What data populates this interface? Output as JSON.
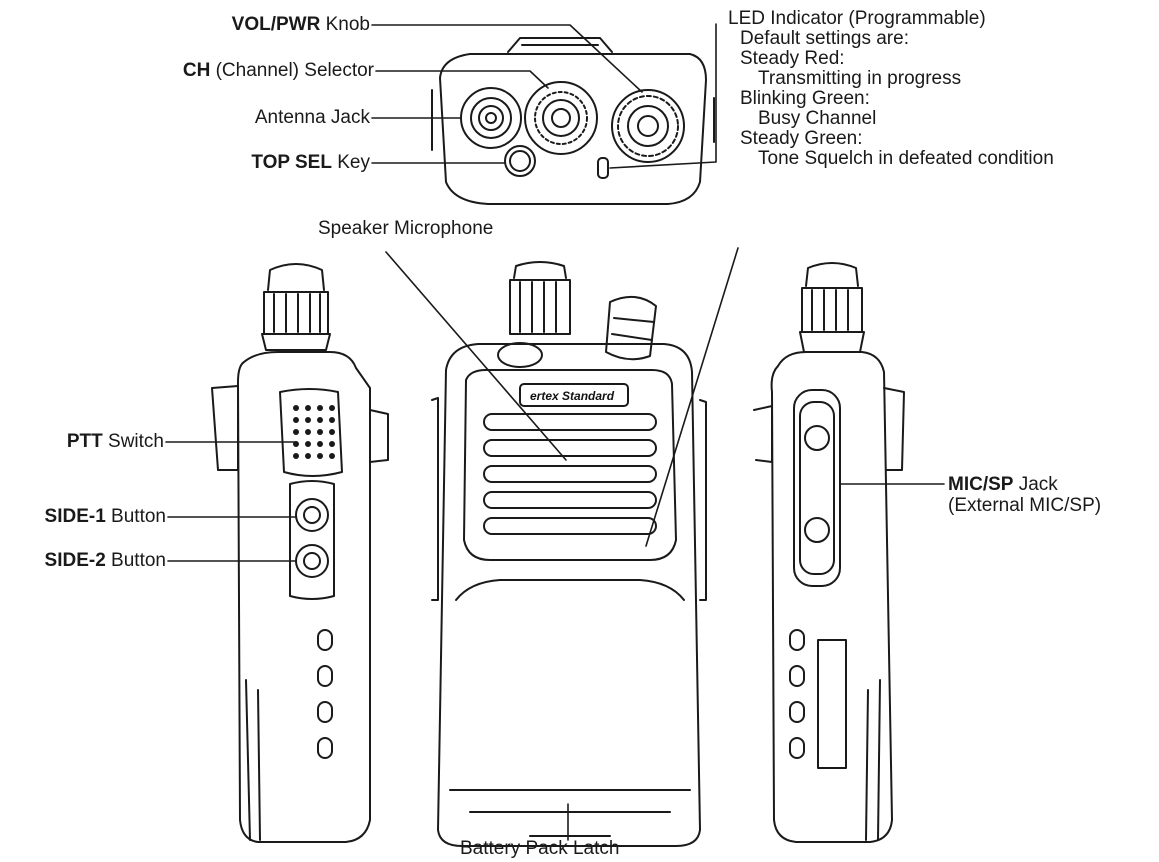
{
  "labels": {
    "vol_pwr": {
      "bold": "VOL/PWR",
      "text": " Knob"
    },
    "ch": {
      "bold": "CH",
      "text": " (Channel) Selector"
    },
    "antenna": {
      "text": "Antenna Jack"
    },
    "top_sel": {
      "bold": "TOP SEL",
      "text": " Key"
    },
    "led": {
      "title": "LED Indicator (Programmable)",
      "lines": [
        "Default settings are:",
        "Steady Red:",
        "Transmitting in progress",
        "Blinking Green:",
        "Busy Channel",
        "Steady Green:",
        "Tone Squelch in defeated condition"
      ]
    },
    "speaker_mic": {
      "text": "Speaker Microphone"
    },
    "ptt": {
      "bold": "PTT",
      "text": " Switch"
    },
    "side1": {
      "bold": "SIDE-1",
      "text": " Button"
    },
    "side2": {
      "bold": "SIDE-2",
      "text": " Button"
    },
    "mic_sp": {
      "bold": "MIC/SP",
      "text": " Jack",
      "line2": "(External MIC/SP)"
    },
    "battery_latch": {
      "text": "Battery Pack Latch"
    }
  },
  "brand_text": "ertex Standard",
  "colors": {
    "line": "#1a1a1a",
    "background": "#ffffff"
  }
}
